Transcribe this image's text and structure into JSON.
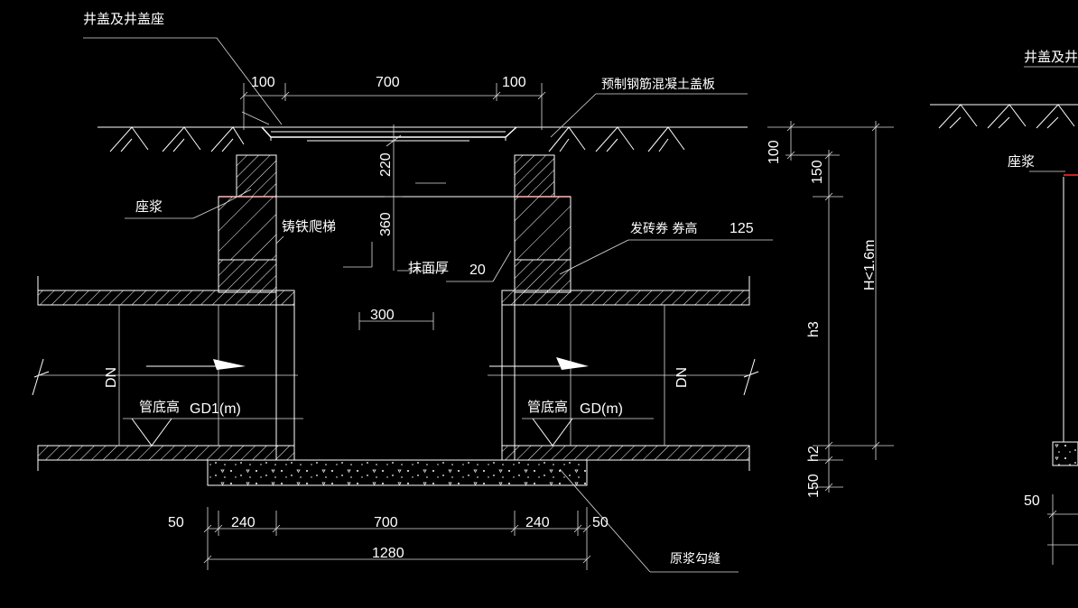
{
  "labels": {
    "cover_and_seat": "井盖及井盖座",
    "precast_slab": "预制钢筋混凝土盖板",
    "mortar_bed": "座浆",
    "cast_iron_ladder": "铸铁爬梯",
    "brick_arch": "发砖券 券高",
    "plaster_thickness": "抹面厚",
    "pipe_invert_left": "管底高",
    "pipe_invert_right": "管底高",
    "gd1": "GD1(m)",
    "gd": "GD(m)",
    "slurry_ring": "原浆勾缝",
    "dn_left": "DN",
    "dn_right": "DN",
    "h3": "h3",
    "h2": "h2",
    "h_limit": "H<1.6m",
    "cover_and_seat_2": "井盖及井盖",
    "mortar_bed_2": "座浆"
  },
  "dimensions": {
    "top_100_left": "100",
    "top_700": "700",
    "top_100_right": "100",
    "v_220": "220",
    "v_360": "360",
    "arch_125": "125",
    "plaster_20": "20",
    "inner_300": "300",
    "side_100": "100",
    "side_150": "150",
    "side_150_bottom": "150",
    "bot_50_left": "50",
    "bot_240_left": "240",
    "bot_700": "700",
    "bot_240_right": "240",
    "bot_50_right": "50",
    "bot_1280": "1280",
    "second_50": "50"
  },
  "colors": {
    "background": "#000000",
    "line": "#ffffff",
    "mortar_highlight": "#ff2a2a"
  }
}
